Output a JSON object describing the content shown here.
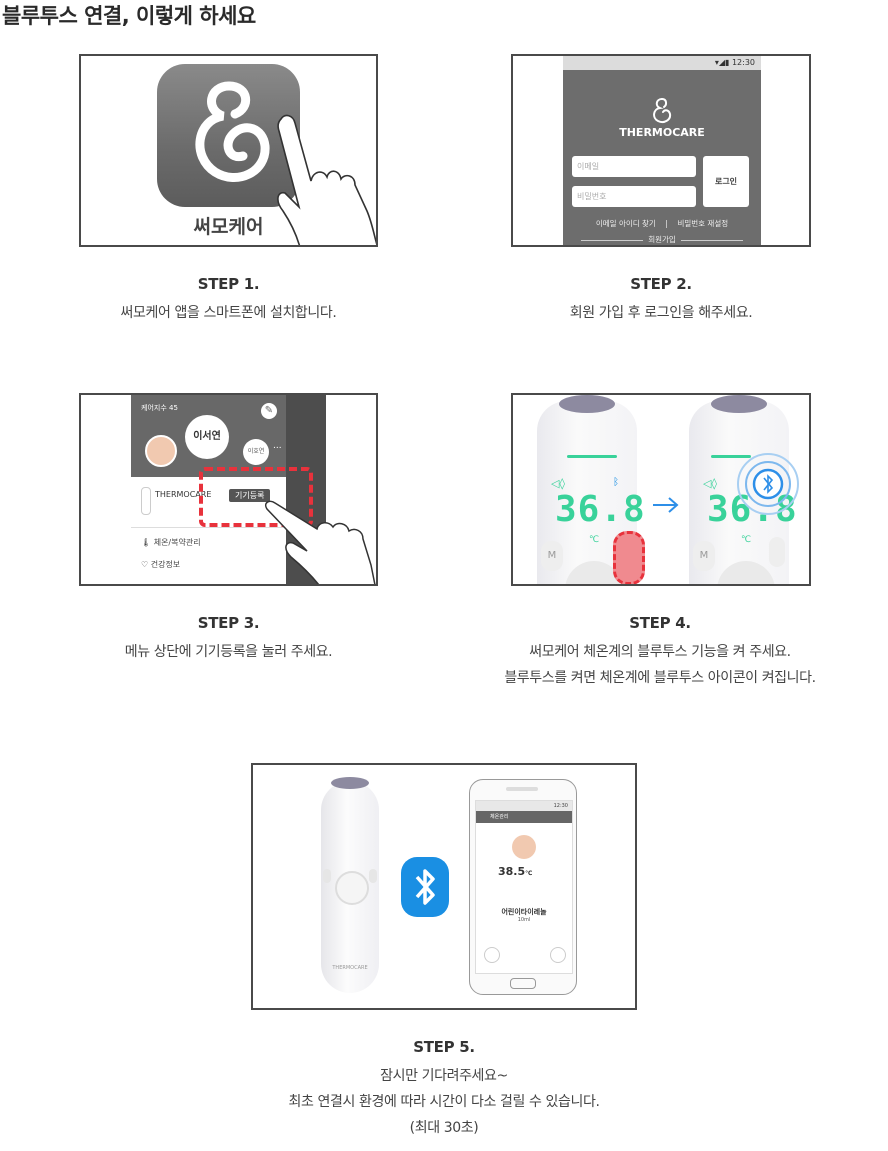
{
  "title": "블루투스 연결, 이렇게 하세요",
  "steps": [
    {
      "label": "STEP 1.",
      "lines": [
        "써모케어 앱을 스마트폰에 설치합니다."
      ]
    },
    {
      "label": "STEP 2.",
      "lines": [
        "회원 가입 후 로그인을 해주세요."
      ]
    },
    {
      "label": "STEP 3.",
      "lines": [
        "메뉴 상단에 기기등록을 눌러 주세요."
      ]
    },
    {
      "label": "STEP 4.",
      "lines": [
        "써모케어 체온계의 블루투스 기능을 켜 주세요.",
        "블루투스를 켜면 체온계에 블루투스 아이콘이 켜집니다."
      ]
    },
    {
      "label": "STEP 5.",
      "lines": [
        "잠시만 기다려주세요~",
        "최초 연결시 환경에 따라 시간이 다소 걸릴 수 있습니다.",
        "(최대 30초)"
      ]
    }
  ],
  "step1": {
    "app_name": "써모케어"
  },
  "step2": {
    "status_time": "12:30",
    "brand": "THERMOCARE",
    "email_placeholder": "이메일",
    "password_placeholder": "비밀번호",
    "login_button": "로그인",
    "find_id": "이메일 아이디 찾기",
    "separator": "|",
    "reset_password": "비밀번호 재설정",
    "join": "회원가입"
  },
  "step3": {
    "header": "케어지수 45",
    "profile_main": "이서연",
    "profile_second": "이호연",
    "more": "...",
    "device_name": "THERMOCARE",
    "register_button": "기기등록",
    "menu_item_1": "체온/복약관리",
    "menu_item_2": "건강정보"
  },
  "step4": {
    "reading": "36.8",
    "unit": "℃",
    "mode_label": "M"
  },
  "step5": {
    "status_time": "12:30",
    "app_title": "체온관리",
    "temperature": "38.5",
    "temp_unit": "℃",
    "medicine_name": "어린이타이레놀",
    "dose": "10ml",
    "device_label": "THERMOCARE"
  },
  "colors": {
    "accent_red": "#e8323c",
    "bluetooth_blue": "#1a8fe3",
    "display_green": "#39d29a",
    "frame_border": "#4a4a4a"
  }
}
